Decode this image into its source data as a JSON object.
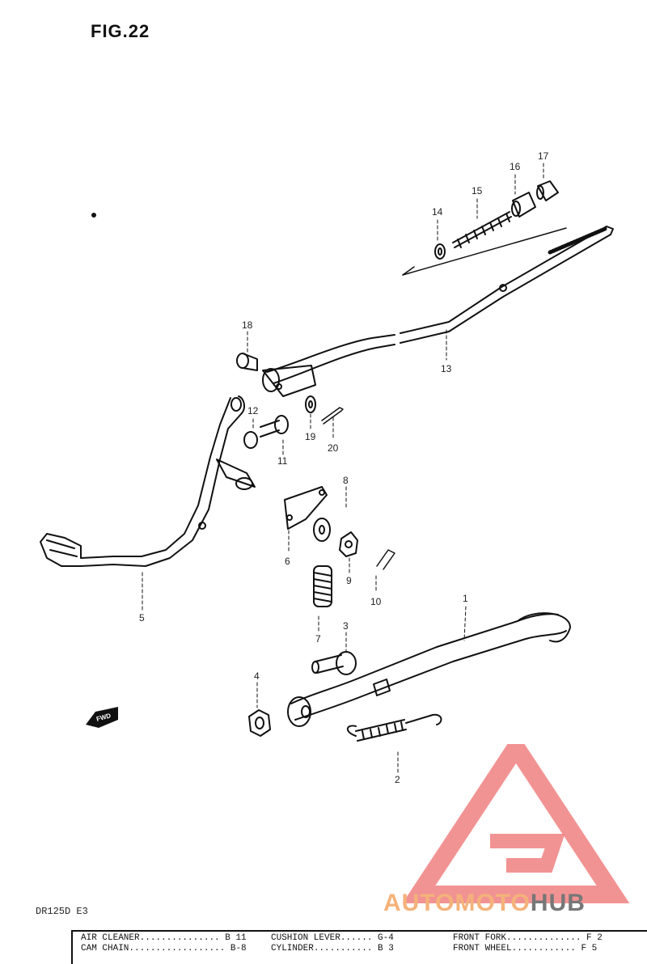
{
  "figure": {
    "title": "FIG.22",
    "model_code": "DR125D E3"
  },
  "callouts": [
    {
      "id": "1",
      "label": "1"
    },
    {
      "id": "2",
      "label": "2"
    },
    {
      "id": "3",
      "label": "3"
    },
    {
      "id": "4",
      "label": "4"
    },
    {
      "id": "5",
      "label": "5"
    },
    {
      "id": "6",
      "label": "6"
    },
    {
      "id": "7",
      "label": "7"
    },
    {
      "id": "8",
      "label": "8"
    },
    {
      "id": "9",
      "label": "9"
    },
    {
      "id": "10",
      "label": "10"
    },
    {
      "id": "11",
      "label": "11"
    },
    {
      "id": "12",
      "label": "12"
    },
    {
      "id": "13",
      "label": "13"
    },
    {
      "id": "14",
      "label": "14"
    },
    {
      "id": "15",
      "label": "15"
    },
    {
      "id": "16",
      "label": "16"
    },
    {
      "id": "17",
      "label": "17"
    },
    {
      "id": "18",
      "label": "18"
    },
    {
      "id": "19",
      "label": "19"
    },
    {
      "id": "20",
      "label": "20"
    }
  ],
  "fwd_marker": "FWD",
  "index_table": {
    "col1": [
      {
        "name": "AIR CLEANER",
        "ref": "B 11"
      },
      {
        "name": "CAM CHAIN",
        "ref": "B-8"
      }
    ],
    "col2": [
      {
        "name": "CUSHION LEVER",
        "ref": "G-4"
      },
      {
        "name": "CYLINDER",
        "ref": "B 3"
      }
    ],
    "col3": [
      {
        "name": "FRONT FORK",
        "ref": "F 2"
      },
      {
        "name": "FRONT WHEEL",
        "ref": "F 5"
      }
    ]
  },
  "watermark": {
    "text_accent": "AUTOMOTO",
    "text_rest": "HUB",
    "accent_color": "#f4b27a",
    "logo_color": "#f08080",
    "rest_color": "#777777"
  }
}
